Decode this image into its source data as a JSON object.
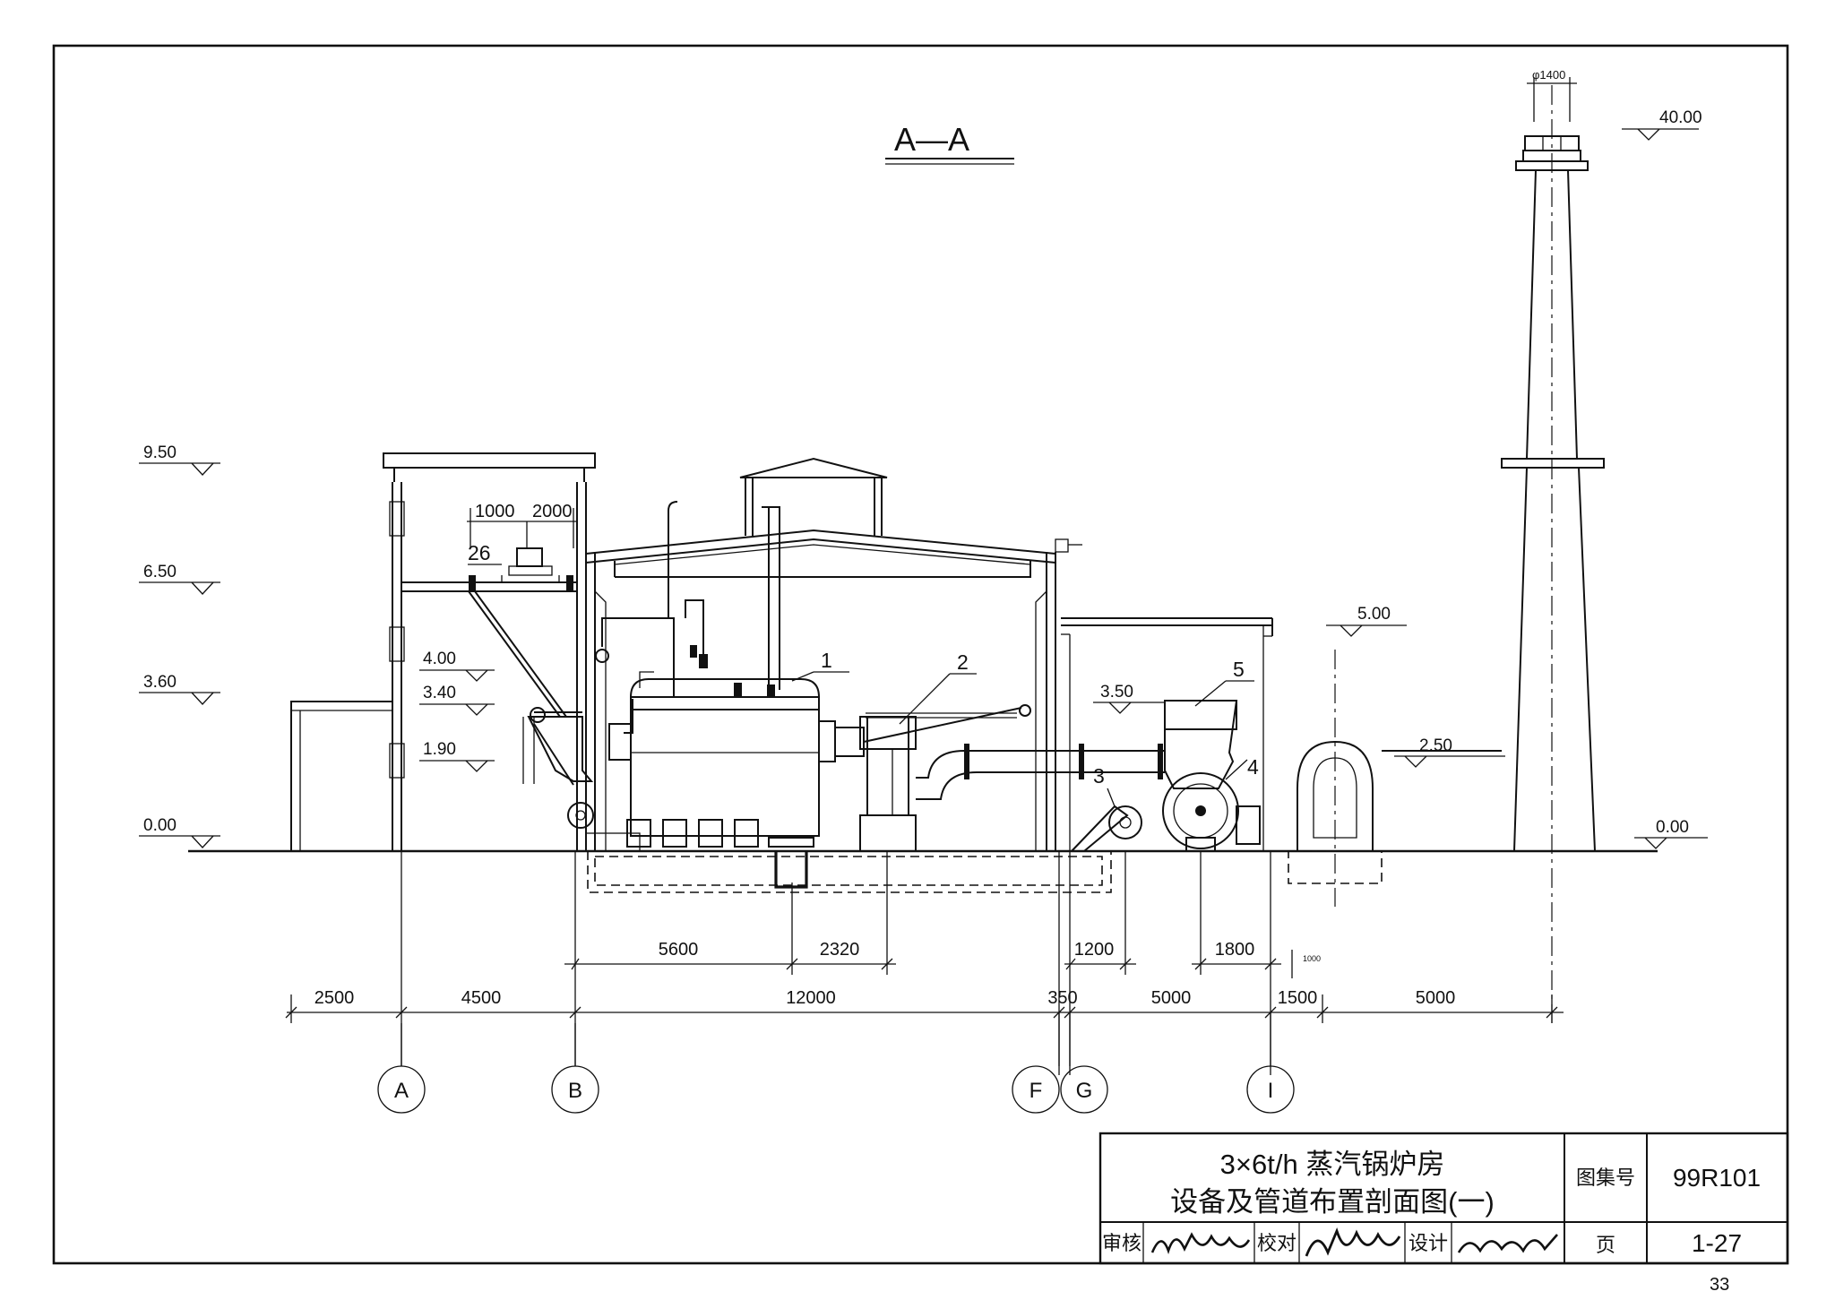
{
  "section_label": "A—A",
  "levels": {
    "left_9_50": "9.50",
    "left_6_50": "6.50",
    "left_3_60": "3.60",
    "left_0_00": "0.00",
    "inner_4_00": "4.00",
    "inner_3_40": "3.40",
    "inner_1_90": "1.90",
    "lean_to_3_50": "3.50",
    "canopy_5_00": "5.00",
    "flue_2_50": "2.50",
    "right_0_00": "0.00",
    "chimney_40_00": "40.00"
  },
  "chimney_diameter": "φ1400",
  "small_note_1000": "1000",
  "dimensions": {
    "bin_1000": "1000",
    "bin_2000": "2000",
    "d_5600": "5600",
    "d_2320": "2320",
    "d_1200": "1200",
    "d_1800": "1800",
    "d_2500": "2500",
    "d_4500": "4500",
    "d_12000": "12000",
    "d_350": "350",
    "d_5000a": "5000",
    "d_1500": "1500",
    "d_5000b": "5000"
  },
  "equipment_tags": {
    "t1": "1",
    "t2": "2",
    "t3": "3",
    "t4": "4",
    "t5": "5",
    "t26": "26"
  },
  "axes": {
    "a": "A",
    "b": "B",
    "f": "F",
    "g": "G",
    "i": "I"
  },
  "title_block": {
    "title_line1": "3×6t/h 蒸汽锅炉房",
    "title_line2": "设备及管道布置剖面图(一)",
    "atlas_no_label": "图集号",
    "atlas_no": "99R101",
    "page_label": "页",
    "page_no": "1-27",
    "review_label": "审核",
    "check_label": "校对",
    "design_label": "设计"
  },
  "sheet_number": "33"
}
